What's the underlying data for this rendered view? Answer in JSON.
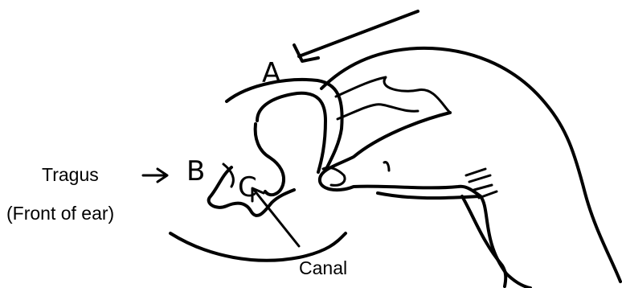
{
  "labels": {
    "tragus": "Tragus",
    "front_of_ear": "(Front of ear)",
    "canal": "Canal",
    "marker_a": "A",
    "marker_b": "B",
    "marker_c": "C"
  }
}
